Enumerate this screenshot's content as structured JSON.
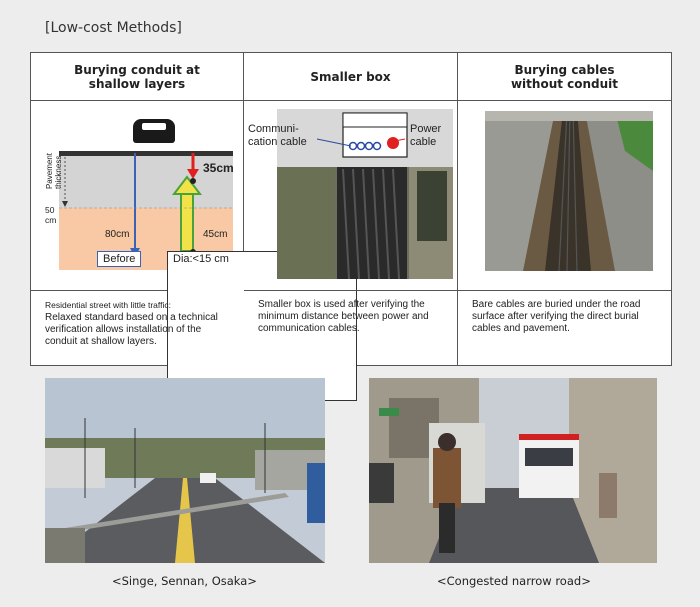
{
  "section_title": "[Low-cost Methods]",
  "columns": [
    {
      "header": "Burying conduit at\nshallow layers",
      "desc_small": "Residential street with little traffic:",
      "desc": "Relaxed standard based on a technical verification allows installation of the conduit at shallow layers."
    },
    {
      "header": "Smaller box",
      "desc_small": "",
      "desc": "Smaller box is used after verifying the minimum distance between power and communication cables."
    },
    {
      "header": "Burying cables\nwithout conduit",
      "desc_small": "",
      "desc": "Bare cables are buried under the road surface after verifying the direct burial cables and pavement."
    }
  ],
  "diagram1": {
    "pavement_label": "Pavement\nthickness",
    "depth_50": "50\ncm",
    "label_35": "35cm",
    "label_80": "80cm",
    "label_45": "45cm",
    "before": "Before",
    "dia": "Dia:<15 cm"
  },
  "diagram2": {
    "comm_label": "Communi-\ncation cable",
    "power_label": "Power\ncable"
  },
  "captions": {
    "left": "<Singe, Sennan, Osaka>",
    "right": "<Congested narrow road>"
  },
  "colors": {
    "blue_arrow": "#3b63b5",
    "red_arrow": "#e02020",
    "yellow_arrow": "#f2e24a",
    "green_arrow": "#4aa33a",
    "sand": "#f8c9a4"
  }
}
